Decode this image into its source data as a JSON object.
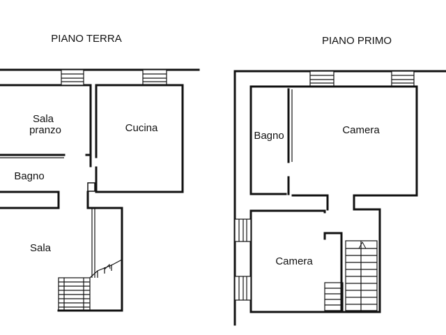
{
  "floors": [
    {
      "title": "PIANO TERRA",
      "rooms": [
        {
          "label_lines": [
            "Sala",
            "pranzo"
          ]
        },
        {
          "label_lines": [
            "Cucina"
          ]
        },
        {
          "label_lines": [
            "Bagno"
          ]
        },
        {
          "label_lines": [
            "Sala"
          ]
        }
      ]
    },
    {
      "title": "PIANO PRIMO",
      "rooms": [
        {
          "label_lines": [
            "Bagno"
          ]
        },
        {
          "label_lines": [
            "Camera"
          ]
        },
        {
          "label_lines": [
            "Camera"
          ]
        }
      ]
    }
  ]
}
